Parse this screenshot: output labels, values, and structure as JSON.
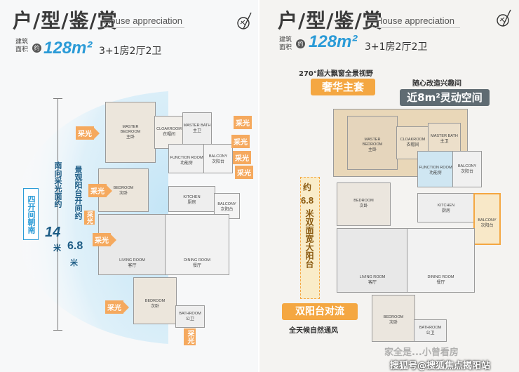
{
  "left": {
    "title_cn": "户/型/鉴/赏",
    "title_en": "House appreciation",
    "area_label": "建筑面积",
    "yue": "约",
    "area": "128m²",
    "layout": "3+1房2厅2卫",
    "side_banner": "四开间朝南",
    "vertical_caption_a": "南向采光面约",
    "vertical_number_a": "14",
    "vertical_unit_a": "米",
    "vertical_caption_b": "景观阳台开间约",
    "vertical_number_b": "6.8",
    "vertical_unit_b": "米",
    "sun_tags": [
      "采光",
      "采光",
      "采光",
      "采光",
      "采光",
      "采光",
      "采光",
      "采光",
      "采光",
      "采光"
    ],
    "rooms": {
      "master_bedroom": {
        "en": "MASTER BEDROOM",
        "cn": "主卧"
      },
      "cloakroom": {
        "en": "CLOAKROOM",
        "cn": "衣帽间"
      },
      "master_bath": {
        "en": "MASTER BATH",
        "cn": "主卫"
      },
      "function_room": {
        "en": "FUNCTION ROOM",
        "cn": "功能房"
      },
      "balcony1": {
        "en": "BALCONY",
        "cn": "次阳台"
      },
      "bedroom1": {
        "en": "BEDROOM",
        "cn": "次卧"
      },
      "kitchen": {
        "en": "KITCHEN",
        "cn": "厨房"
      },
      "balcony2": {
        "en": "BALCONY",
        "cn": "次阳台"
      },
      "living": {
        "en": "LIVING ROOM",
        "cn": "客厅"
      },
      "dining": {
        "en": "DINING ROOM",
        "cn": "餐厅"
      },
      "bedroom2": {
        "en": "BEDROOM",
        "cn": "次卧"
      },
      "bathroom": {
        "en": "BATHROOM",
        "cn": "公卫"
      }
    }
  },
  "right": {
    "title_cn": "户/型/鉴/赏",
    "title_en": "House appreciation",
    "area_label": "建筑面积",
    "yue": "约",
    "area": "128m²",
    "layout": "3+1房2厅2卫",
    "callout_master_caption": "270°超大飘窗全景视野",
    "callout_master": "奢华主套",
    "callout_flex_caption": "随心改造兴趣间",
    "callout_flex": "近8m²灵动空间",
    "vertical_yue": "约",
    "vertical_number": "6.8",
    "vertical_text": "米双面宽大阳台",
    "double_balcony": "双阳台对流",
    "double_balcony_caption": "全天候自然通风",
    "watermark_faded": "家全是...小曾看房",
    "watermark": "搜狐号@搜狐焦点揭阳站",
    "rooms": {
      "master_bedroom": {
        "en": "MASTER BEDROOM",
        "cn": "主卧"
      },
      "cloakroom": {
        "en": "CLOAKROOM",
        "cn": "衣帽间"
      },
      "master_bath": {
        "en": "MASTER BATH",
        "cn": "主卫"
      },
      "function_room": {
        "en": "FUNCTION ROOM",
        "cn": "功能房"
      },
      "balcony1": {
        "en": "BALCONY",
        "cn": "次阳台"
      },
      "bedroom1": {
        "en": "BEDROOM",
        "cn": "次卧"
      },
      "kitchen": {
        "en": "KITCHEN",
        "cn": "厨房"
      },
      "balcony2": {
        "en": "BALCONY",
        "cn": "次阳台"
      },
      "living": {
        "en": "LIVING ROOM",
        "cn": "客厅"
      },
      "dining": {
        "en": "DINING ROOM",
        "cn": "餐厅"
      },
      "bedroom2": {
        "en": "BEDROOM",
        "cn": "次卧"
      },
      "bathroom": {
        "en": "BATHROOM",
        "cn": "公卫"
      }
    }
  },
  "colors": {
    "accent_blue": "#2b9bd7",
    "sun_orange": "#f5a95e",
    "callout_orange": "#f4a742",
    "callout_gray": "#5f6b72",
    "highlight_tan": "#e9d7b8",
    "highlight_blue": "#cfe6f2"
  },
  "icons": {
    "logo": "pen-nib-icon",
    "sun_arrow": "arrow-right-icon"
  }
}
